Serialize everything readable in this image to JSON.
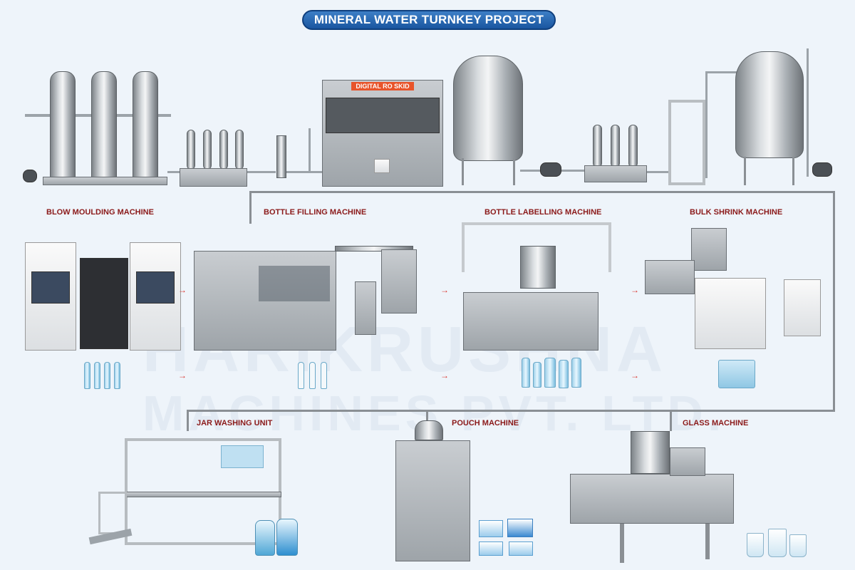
{
  "title": "MINERAL WATER TURNKEY PROJECT",
  "watermark": [
    "HARIKRUSHNA",
    "MACHINES PVT. LTD."
  ],
  "ro_skid_label": "DIGITAL RO SKID",
  "logo_text": "HARIKRUSHNA MACHINES PVT LTD",
  "colors": {
    "title_bg": "#1a56a0",
    "label": "#8b1a1a",
    "arrow": "#d9302a",
    "background": "#eef4fa"
  },
  "sections": [
    {
      "label": "BLOW MOULDING MACHINE"
    },
    {
      "label": "BOTTLE FILLING MACHINE"
    },
    {
      "label": "BOTTLE LABELLING MACHINE"
    },
    {
      "label": "BULK SHRINK MACHINE"
    },
    {
      "label": "JAR WASHING UNIT"
    },
    {
      "label": "POUCH MACHINE"
    },
    {
      "label": "GLASS MACHINE"
    }
  ],
  "arrow_icon": "arrow-right-icon"
}
